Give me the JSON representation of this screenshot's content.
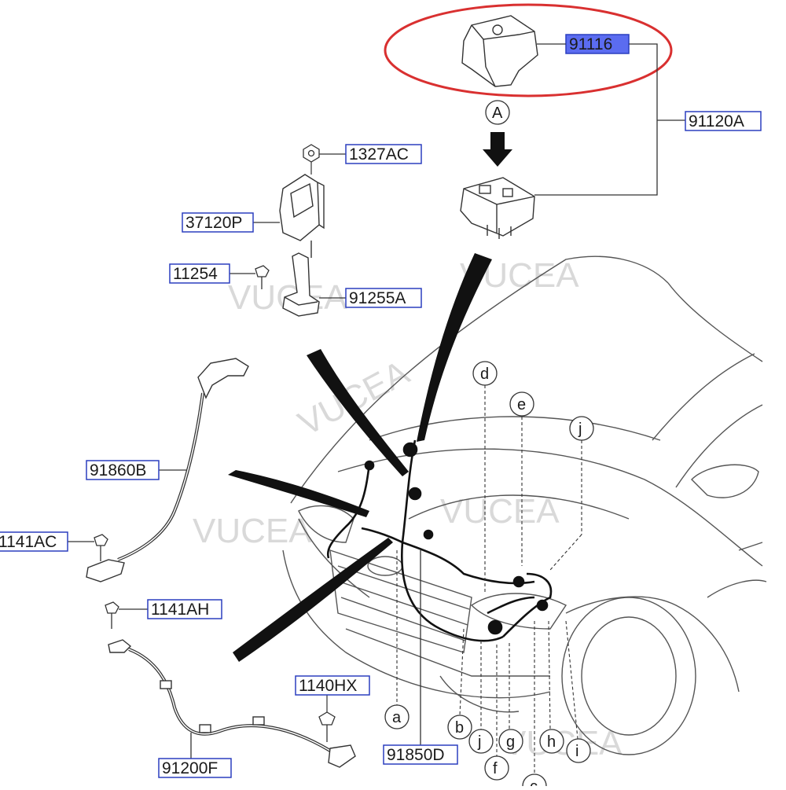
{
  "part_labels": {
    "p91116": "91116",
    "p91120A": "91120A",
    "p1327AC": "1327AC",
    "p37120P": "37120P",
    "p11254": "11254",
    "p91255A": "91255A",
    "p91860B": "91860B",
    "p1141AC": "1141AC",
    "p1141AH": "1141AH",
    "p1140HX": "1140HX",
    "p91200F": "91200F",
    "p91850D": "91850D"
  },
  "callouts": {
    "A": "A",
    "a": "a",
    "b": "b",
    "c": "c",
    "d": "d",
    "e": "e",
    "f": "f",
    "g": "g",
    "h": "h",
    "i": "i",
    "j1": "j",
    "j2": "j"
  },
  "watermark": "VUCEA",
  "colors": {
    "label_border": "#2b3fbf",
    "highlight_fill": "#5b6cf0",
    "highlight_ring": "#d93030",
    "line": "#222222",
    "watermark": "#d9d9d9"
  }
}
